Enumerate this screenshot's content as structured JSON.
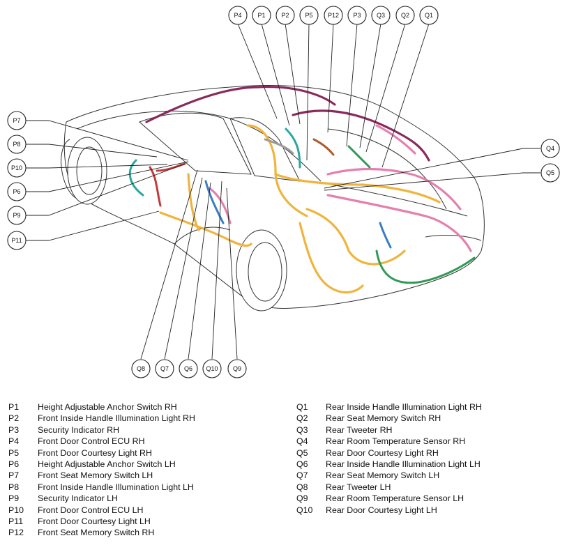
{
  "callouts_top": [
    "P4",
    "P1",
    "P2",
    "P5",
    "P12",
    "P3",
    "Q3",
    "Q2",
    "Q1"
  ],
  "callouts_left": [
    "P7",
    "P8",
    "P10",
    "P6",
    "P9",
    "P11"
  ],
  "callouts_right": [
    "Q4",
    "Q5"
  ],
  "callouts_bottom": [
    "Q8",
    "Q7",
    "Q6",
    "Q10",
    "Q9"
  ],
  "legend_left": [
    {
      "code": "P1",
      "text": "Height Adjustable Anchor Switch RH"
    },
    {
      "code": "P2",
      "text": "Front Inside Handle Illumination Light RH"
    },
    {
      "code": "P3",
      "text": "Security Indicator RH"
    },
    {
      "code": "P4",
      "text": "Front Door Control ECU RH"
    },
    {
      "code": "P5",
      "text": "Front Door Courtesy Light RH"
    },
    {
      "code": "P6",
      "text": "Height Adjustable Anchor Switch LH"
    },
    {
      "code": "P7",
      "text": "Front Seat Memory Switch LH"
    },
    {
      "code": "P8",
      "text": "Front Inside Handle Illumination Light LH"
    },
    {
      "code": "P9",
      "text": "Security Indicator LH"
    },
    {
      "code": "P10",
      "text": "Front Door Control ECU LH"
    },
    {
      "code": "P11",
      "text": "Front Door Courtesy Light LH"
    },
    {
      "code": "P12",
      "text": "Front Seat Memory Switch RH"
    }
  ],
  "legend_right": [
    {
      "code": "Q1",
      "text": "Rear Inside Handle Illumination Light RH"
    },
    {
      "code": "Q2",
      "text": "Rear Seat Memory Switch RH"
    },
    {
      "code": "Q3",
      "text": "Rear Tweeter RH"
    },
    {
      "code": "Q4",
      "text": "Rear Room Temperature Sensor RH"
    },
    {
      "code": "Q5",
      "text": "Rear Door Courtesy Light RH"
    },
    {
      "code": "Q6",
      "text": "Rear Inside Handle Illumination Light LH"
    },
    {
      "code": "Q7",
      "text": "Rear Seat Memory Switch LH"
    },
    {
      "code": "Q8",
      "text": "Rear Tweeter LH"
    },
    {
      "code": "Q9",
      "text": "Rear Room Temperature Sensor LH"
    },
    {
      "code": "Q10",
      "text": "Rear Door Courtesy Light LH"
    }
  ]
}
